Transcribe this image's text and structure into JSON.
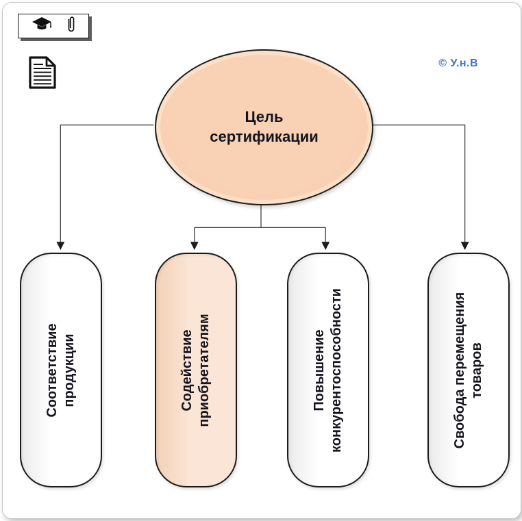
{
  "page": {
    "copyright": "© У.н.В"
  },
  "colors": {
    "ellipse_fill": "#F8CBAD",
    "highlight_fill": "#FBE5D6",
    "copyright_blue": "#4472C4",
    "connector_line": "#3F3F3F",
    "node_border": "#1A1A1A"
  },
  "icons": {
    "toolbar": [
      {
        "name": "graduation-cap-icon"
      },
      {
        "name": "paperclip-icon"
      }
    ],
    "document": {
      "name": "document-icon"
    }
  },
  "diagram": {
    "root": {
      "label": "Цель сертификации"
    },
    "nodes": [
      {
        "label": "Соответствие продукции",
        "highlighted": false
      },
      {
        "label": "Содействие приобретателям",
        "highlighted": true
      },
      {
        "label": "Повышение конкурентоспособности",
        "highlighted": false
      },
      {
        "label": "Свобода перемещения товаров",
        "highlighted": false
      }
    ]
  }
}
